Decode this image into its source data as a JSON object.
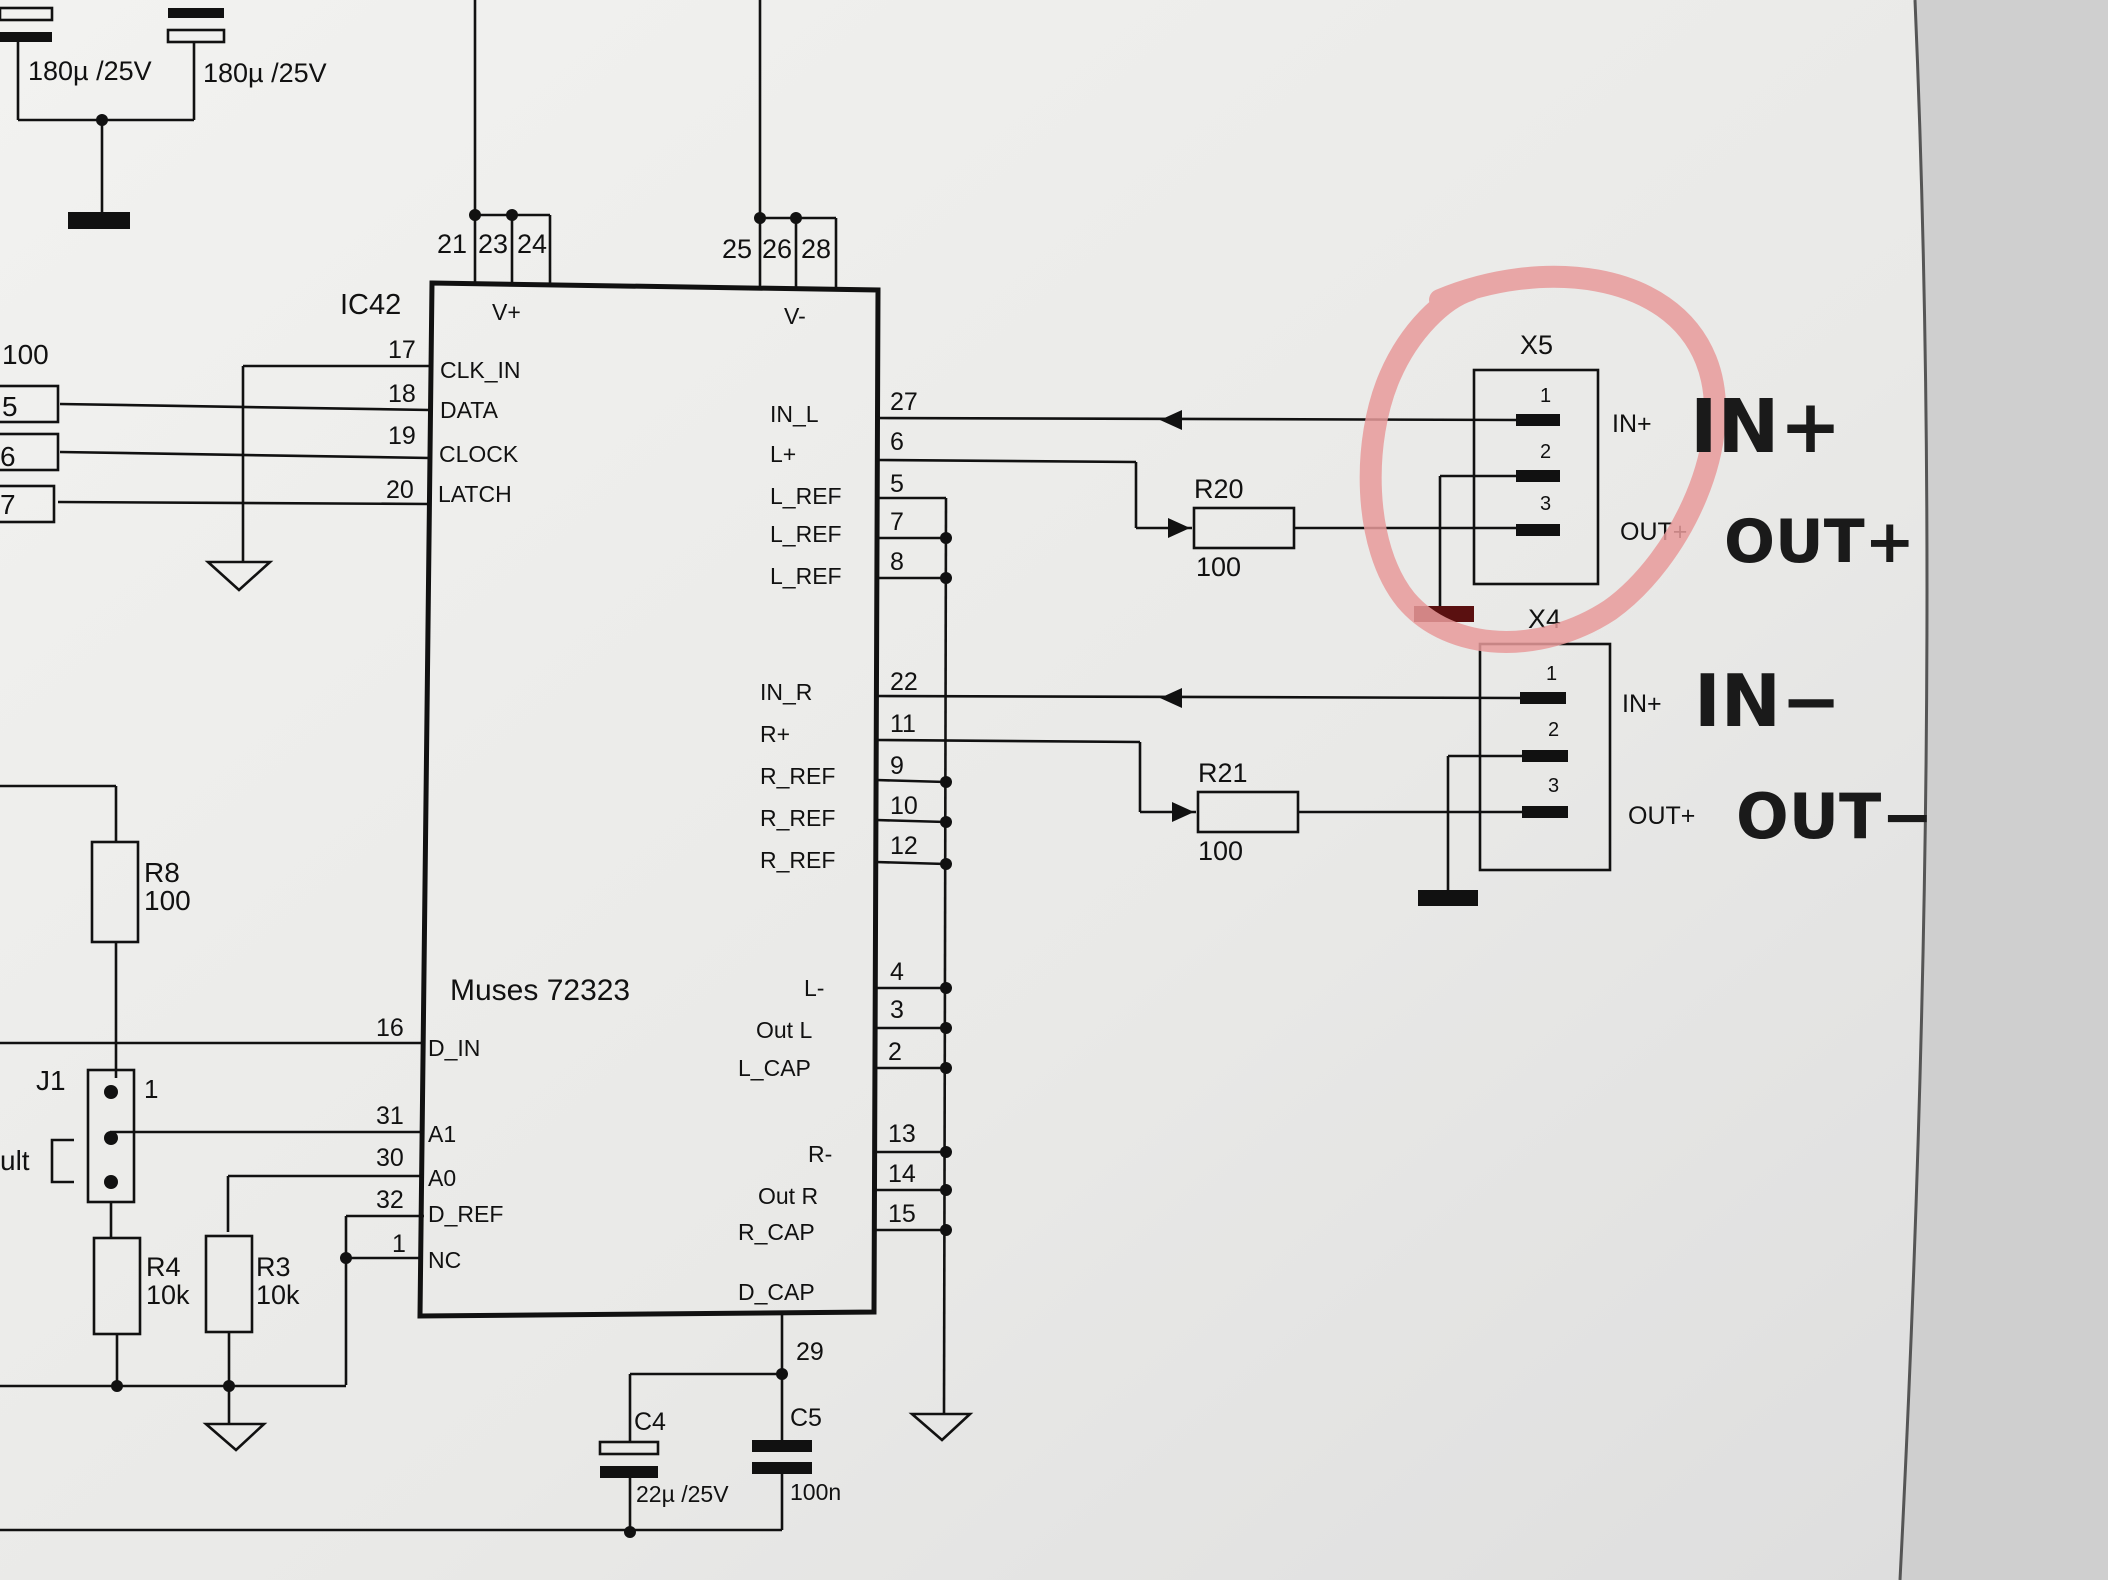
{
  "ic": {
    "ref": "IC42",
    "name": "Muses 72323",
    "vplus": "V+",
    "vminus": "V-"
  },
  "top_pins": [
    "21",
    "23",
    "24",
    "25",
    "26",
    "28"
  ],
  "left_pins": [
    {
      "num": "17",
      "name": "CLK_IN"
    },
    {
      "num": "18",
      "name": "DATA"
    },
    {
      "num": "19",
      "name": "CLOCK"
    },
    {
      "num": "20",
      "name": "LATCH"
    },
    {
      "num": "16",
      "name": "D_IN"
    },
    {
      "num": "31",
      "name": "A1"
    },
    {
      "num": "30",
      "name": "A0"
    },
    {
      "num": "32",
      "name": "D_REF"
    },
    {
      "num": "1",
      "name": "NC"
    }
  ],
  "right_pins": [
    {
      "num": "27",
      "name": "IN_L"
    },
    {
      "num": "6",
      "name": "L+"
    },
    {
      "num": "5",
      "name": "L_REF"
    },
    {
      "num": "7",
      "name": "L_REF"
    },
    {
      "num": "8",
      "name": "L_REF"
    },
    {
      "num": "22",
      "name": "IN_R"
    },
    {
      "num": "11",
      "name": "R+"
    },
    {
      "num": "9",
      "name": "R_REF"
    },
    {
      "num": "10",
      "name": "R_REF"
    },
    {
      "num": "12",
      "name": "R_REF"
    },
    {
      "num": "4",
      "name": "L-"
    },
    {
      "num": "3",
      "name": "Out L"
    },
    {
      "num": "2",
      "name": "L_CAP"
    },
    {
      "num": "13",
      "name": "R-"
    },
    {
      "num": "14",
      "name": "Out R"
    },
    {
      "num": "15",
      "name": "R_CAP"
    }
  ],
  "bottom": {
    "pin": "29",
    "name": "D_CAP"
  },
  "caps": {
    "top_left_1": "180µ /25V",
    "top_left_2": "180µ /25V",
    "c4_ref": "C4",
    "c4_val": "22µ /25V",
    "c5_ref": "C5",
    "c5_val": "100n"
  },
  "resistors": {
    "r20_ref": "R20",
    "r20_val": "100",
    "r21_ref": "R21",
    "r21_val": "100",
    "r8_ref": "R8",
    "r8_val": "100",
    "r4_ref": "R4",
    "r4_val": "10k",
    "r3_ref": "R3",
    "r3_val": "10k"
  },
  "left_edge": {
    "r_val": "100",
    "p5": "5",
    "p6": "6",
    "p7": "7",
    "ult": "ult",
    "j1": "J1",
    "j1_pin": "1"
  },
  "x5": {
    "ref": "X5",
    "pins": [
      "1",
      "2",
      "3"
    ],
    "in_label": "IN+",
    "out_label": "OUT+"
  },
  "x4": {
    "ref": "X4",
    "pins": [
      "1",
      "2",
      "3"
    ],
    "in_label": "IN+",
    "out_label": "OUT+"
  },
  "handwritten": {
    "a": "IN+",
    "b": "OUT+",
    "c": "IN−",
    "d": "OUT−"
  },
  "colors": {
    "paper": "#eeeeec",
    "ink": "#111111",
    "marker": "#e89a9a"
  }
}
